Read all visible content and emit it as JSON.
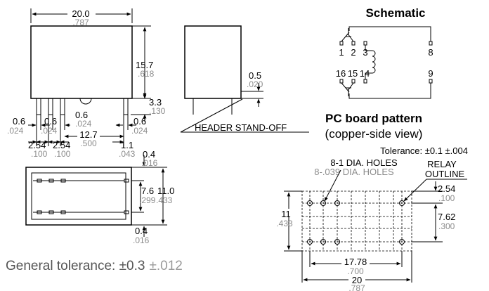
{
  "front_view": {
    "width_mm": "20.0",
    "width_in": ".787",
    "height_mm": "15.7",
    "height_in": ".618",
    "standoff_mm": "3.3",
    "standoff_in": ".130",
    "pin_w1_mm": "0.6",
    "pin_w1_in": ".024",
    "pin_w2_mm": "0.6",
    "pin_w2_in": ".024",
    "pin_w3_mm": "0.6",
    "pin_w3_in": ".024",
    "pin_w4_mm": "0.6",
    "pin_w4_in": ".024",
    "pitch1_mm": "2.54",
    "pitch1_in": ".100",
    "pitch2_mm": "2.54",
    "pitch2_in": ".100",
    "span_mm": "12.7",
    "span_in": ".500",
    "pin_pitch_mm": "1.1",
    "pin_pitch_in": ".043",
    "pin_depth_mm": "0.4",
    "pin_depth_in": ".016"
  },
  "side_view": {
    "standoff_mm": "0.5",
    "standoff_in": ".020",
    "header_label": "HEADER STAND-OFF"
  },
  "bottom_view": {
    "inner_mm": "7.6",
    "inner_in": ".299",
    "outer_mm": "11.0",
    "outer_in": ".433",
    "pin_mm": "0.4",
    "pin_in": ".016"
  },
  "schematic": {
    "title": "Schematic",
    "pins_top": [
      "1",
      "2",
      "3",
      "8"
    ],
    "pins_bottom": [
      "16",
      "15",
      "14",
      "9"
    ]
  },
  "pcb": {
    "title": "PC board pattern",
    "subtitle": "(copper-side view)",
    "tolerance_label": "Tolerance: ±0.1 ±.004",
    "holes_mm": "8-1 DIA. HOLES",
    "holes_in": "8-.039 DIA. HOLES",
    "relay_label_1": "RELAY",
    "relay_label_2": "OUTLINE",
    "h_mm": "11",
    "h_in": ".433",
    "c1_mm": "2.54",
    "c1_in": ".100",
    "c2_mm": "7.62",
    "c2_in": ".300",
    "w1_mm": "17.78",
    "w1_in": ".700",
    "w2_mm": "20",
    "w2_in": ".787"
  },
  "general_tolerance": {
    "label": "General tolerance: ±0.3",
    "inch": "±.012"
  }
}
